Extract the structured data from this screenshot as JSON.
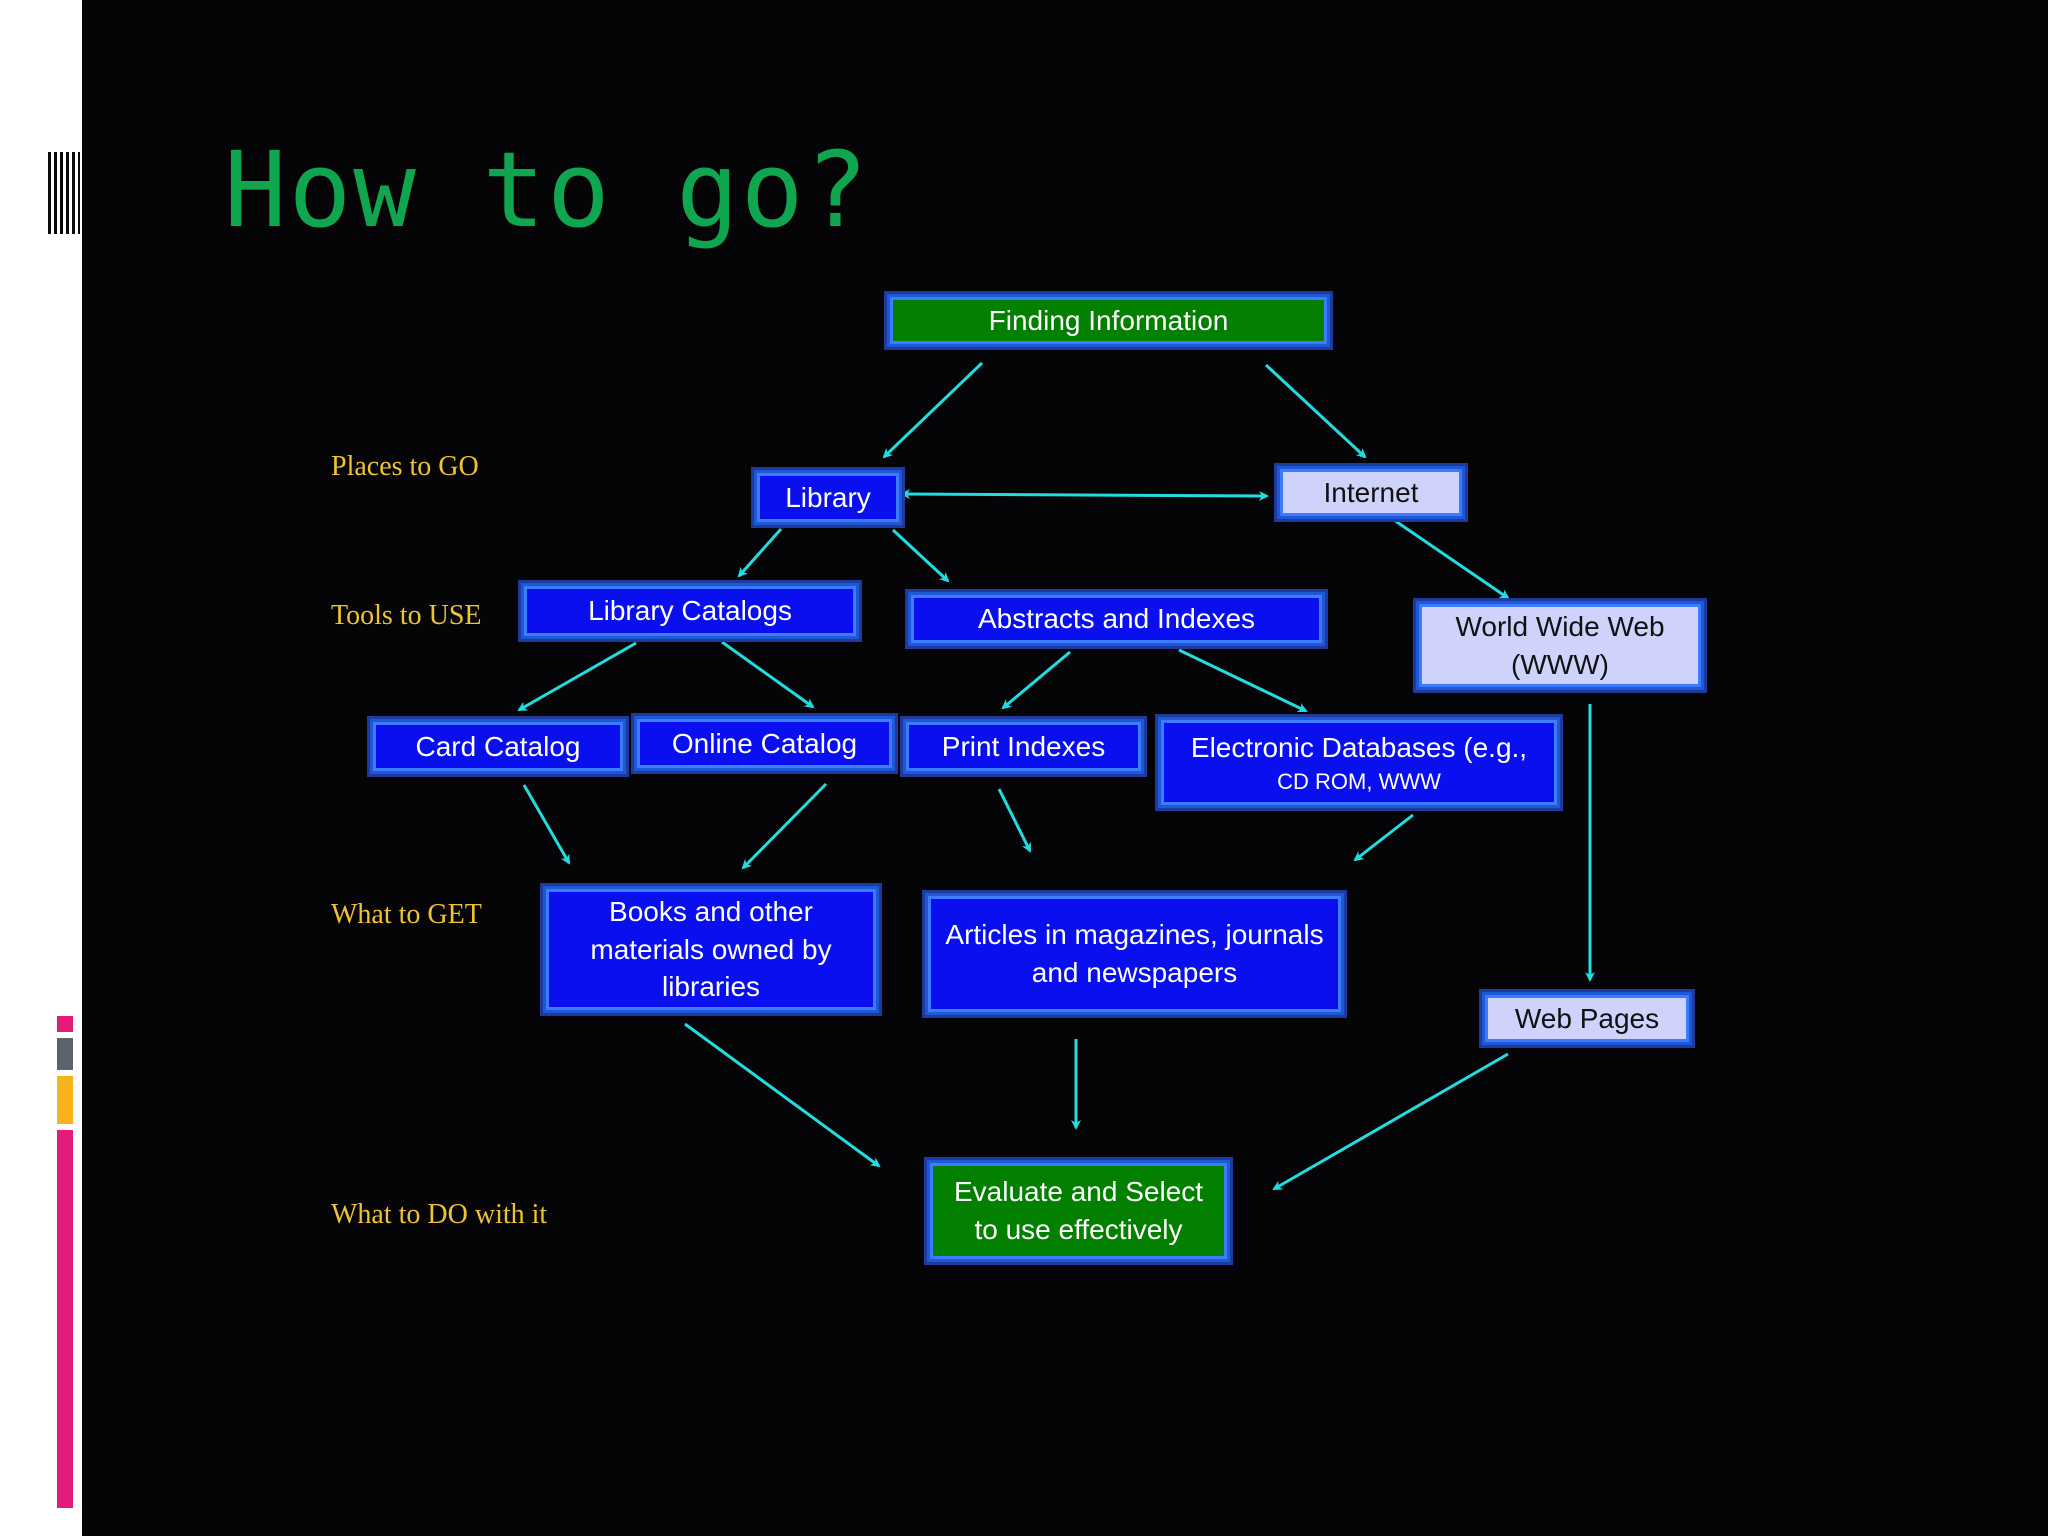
{
  "title": "How to go?",
  "colors": {
    "background": "#050507",
    "title": "#10a64f",
    "labels": "#f1c232",
    "arrows": "#22dde0",
    "box_blue": "#0a0ff0",
    "box_green": "#038000",
    "box_light": "#cfd2fa",
    "accent_pink": "#e31b7a",
    "accent_gray": "#5b6370",
    "accent_orange": "#f7b31c"
  },
  "row_labels": {
    "places": "Places to GO",
    "tools": "Tools to USE",
    "get": "What to GET",
    "do": "What to DO with it"
  },
  "nodes": {
    "finding": "Finding Information",
    "library": "Library",
    "internet": "Internet",
    "library_catalogs": "Library Catalogs",
    "abstracts": "Abstracts and Indexes",
    "www_line1": "World Wide Web",
    "www_line2": "(WWW)",
    "card_catalog": "Card Catalog",
    "online_catalog": "Online Catalog",
    "print_indexes": "Print Indexes",
    "edb_line1": "Electronic Databases (e.g.,",
    "edb_line2": "CD ROM, WWW",
    "books_line1": "Books and other",
    "books_line2": "materials owned by",
    "books_line3": "libraries",
    "articles_line1": "Articles in magazines, journals",
    "articles_line2": "and newspapers",
    "web_pages": "Web Pages",
    "evaluate_line1": "Evaluate and Select",
    "evaluate_line2": "to use effectively"
  }
}
